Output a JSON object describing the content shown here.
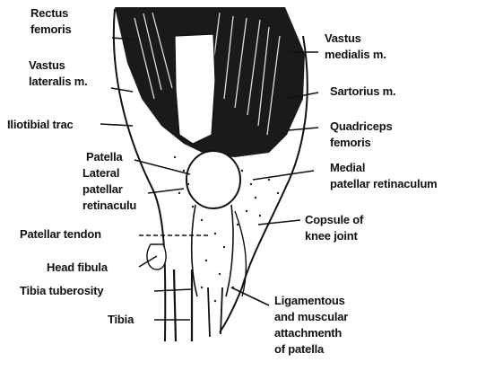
{
  "labels": {
    "rectus_femoris": [
      "Rectus",
      "femoris"
    ],
    "vastus_lateralis": [
      "Vastus",
      "lateralis m."
    ],
    "iliotibial": "Iliotibial trac",
    "patella": "Patella",
    "lateral_retinaculum": [
      "Lateral",
      "patellar",
      "retinaculu"
    ],
    "patellar_tendon": "Patellar tendon",
    "head_fibula": "Head fibula",
    "tibia_tuberosity": "Tibia tuberosity",
    "tibia": "Tibia",
    "vastus_medialis": [
      "Vastus",
      "medialis m."
    ],
    "sartorius": "Sartorius m.",
    "quadriceps": [
      "Quadriceps",
      "femoris"
    ],
    "medial_retinaculum": [
      "Medial",
      "patellar retinaculum"
    ],
    "capsule": [
      "Copsule of",
      "knee joint"
    ],
    "ligamentous": [
      "Ligamentous",
      "and muscular",
      "attachmenth",
      "of patella"
    ]
  },
  "colors": {
    "ink": "#111111",
    "background": "#ffffff"
  }
}
